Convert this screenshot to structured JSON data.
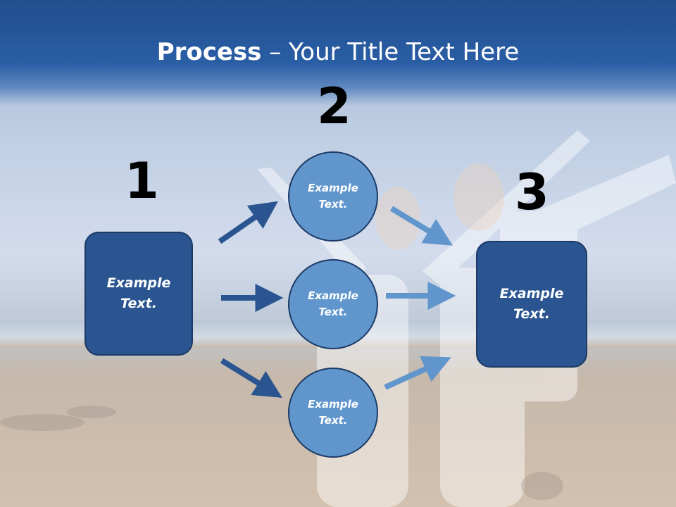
{
  "slide": {
    "title_bold": "Process",
    "title_rest": " – Your Title Text Here"
  },
  "steps": {
    "step1": "1",
    "step2": "2",
    "step3": "3"
  },
  "nodes": {
    "left_box": {
      "line1": "Example",
      "line2": "Text."
    },
    "circle_top": {
      "line1": "Example",
      "line2": "Text."
    },
    "circle_middle": {
      "line1": "Example",
      "line2": "Text."
    },
    "circle_bottom": {
      "line1": "Example",
      "line2": "Text."
    },
    "right_box": {
      "line1": "Example",
      "line2": "Text."
    }
  },
  "colors": {
    "title_bar": "#2a5ea5",
    "box_fill": "#2a5590",
    "circle_fill": "#6096cc",
    "arrow_dark": "#2a5590",
    "arrow_light": "#6096cc"
  }
}
